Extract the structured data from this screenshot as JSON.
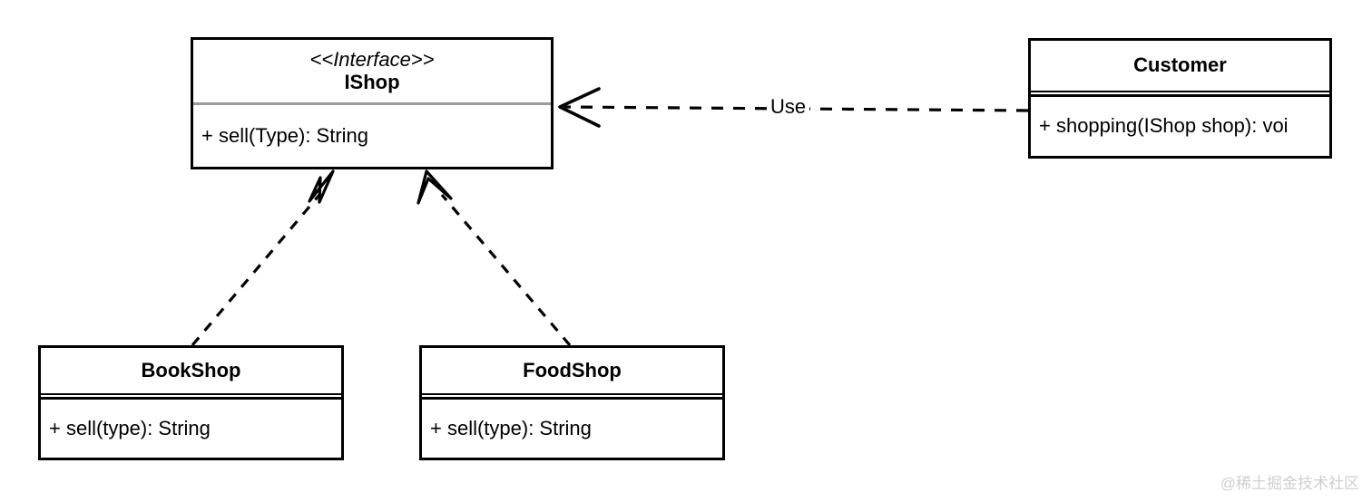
{
  "diagram": {
    "type": "uml-class-diagram",
    "background": "#ffffff",
    "line_color": "#000000",
    "interface_divider_color": "#9a9a9a"
  },
  "classes": [
    {
      "id": "ishop",
      "name": "IShop",
      "stereotype": "<<Interface>>",
      "kind": "interface",
      "members": [
        "+ sell(Type): String"
      ]
    },
    {
      "id": "customer",
      "name": "Customer",
      "kind": "class",
      "members": [
        "+ shopping(IShop shop): voi"
      ]
    },
    {
      "id": "bookshop",
      "name": "BookShop",
      "kind": "class",
      "members": [
        "+ sell(type): String"
      ]
    },
    {
      "id": "foodshop",
      "name": "FoodShop",
      "kind": "class",
      "members": [
        "+ sell(type): String"
      ]
    }
  ],
  "relationships": [
    {
      "id": "customer-uses-ishop",
      "type": "dependency",
      "label": "Use",
      "from": "customer",
      "to": "ishop",
      "line_style": "dashed",
      "arrowhead": "open-v"
    },
    {
      "id": "bookshop-realizes-ishop",
      "type": "realization",
      "label": "",
      "from": "bookshop",
      "to": "ishop",
      "line_style": "dashed",
      "arrowhead": "hollow-triangle"
    },
    {
      "id": "foodshop-realizes-ishop",
      "type": "realization",
      "label": "",
      "from": "foodshop",
      "to": "ishop",
      "line_style": "dashed",
      "arrowhead": "hollow-triangle"
    }
  ],
  "watermark": {
    "text": "@稀土掘金技术社区",
    "color": "#cfcfcf"
  }
}
